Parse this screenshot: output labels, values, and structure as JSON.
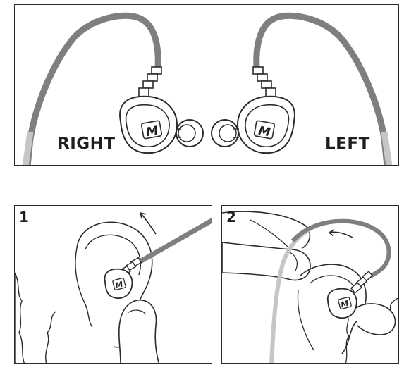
{
  "overview": {
    "right_label": "RIGHT",
    "left_label": "LEFT"
  },
  "steps": [
    {
      "number": "1"
    },
    {
      "number": "2"
    }
  ],
  "branding": {
    "logo_letter": "M"
  },
  "colors": {
    "cable": "#7f7f7f",
    "cable_tip": "#c6c6c6",
    "outline": "#2b2b2b"
  }
}
